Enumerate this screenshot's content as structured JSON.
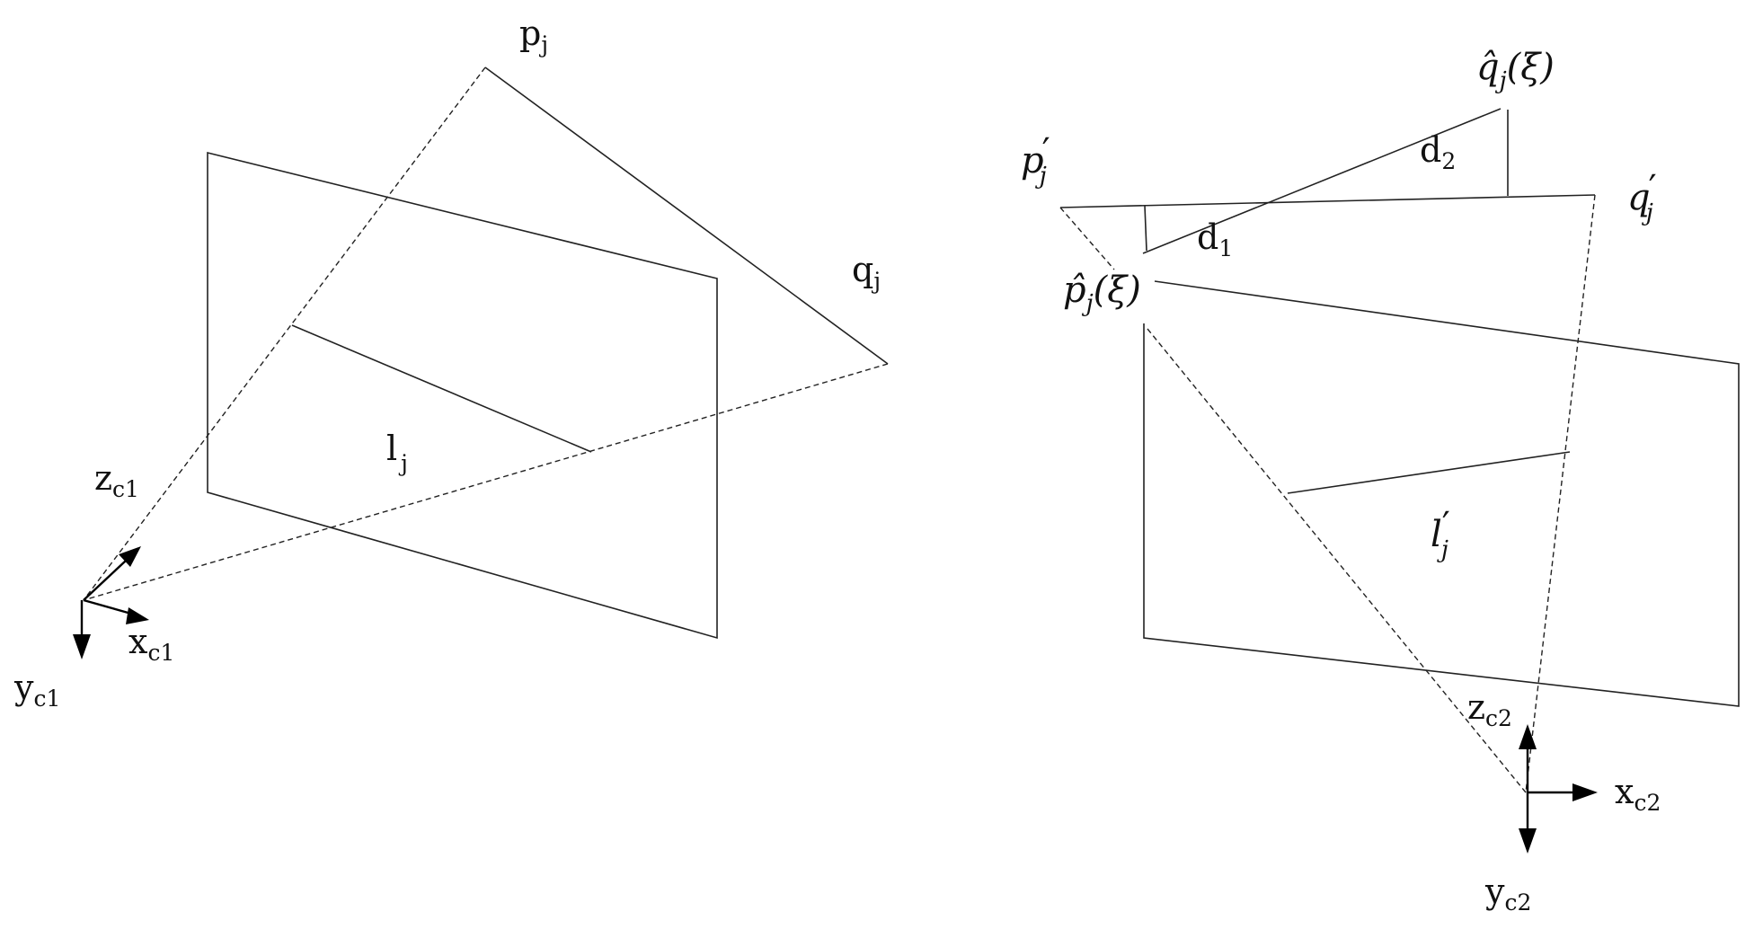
{
  "left_camera": {
    "p_label": "p",
    "p_sub": "j",
    "q_label": "q",
    "q_sub": "j",
    "l_label": "l",
    "l_sub": "j",
    "z_label": "z",
    "z_sub": "c1",
    "x_label": "x",
    "x_sub": "c1",
    "y_label": "y",
    "y_sub": "c1"
  },
  "right_camera": {
    "p_prime_label": "p",
    "p_prime_sub": "j",
    "prime": "′",
    "q_prime_label": "q",
    "q_prime_sub": "j",
    "p_hat_label": "p̂",
    "p_hat_sub": "j",
    "p_hat_arg": "(ξ)",
    "q_hat_label": "q̂",
    "q_hat_sub": "j",
    "q_hat_arg": "(ξ)",
    "l_prime_label": "l",
    "l_prime_sub": "j",
    "d1_label": "d",
    "d1_sub": "1",
    "d2_label": "d",
    "d2_sub": "2",
    "z_label": "z",
    "z_sub": "c2",
    "x_label": "x",
    "x_sub": "c2",
    "y_label": "y",
    "y_sub": "c2"
  }
}
